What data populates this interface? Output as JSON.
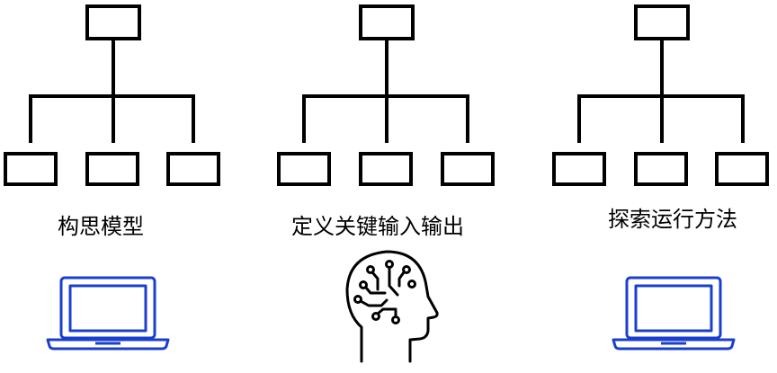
{
  "steps": [
    {
      "label": "构思模型",
      "bottom_icon": "laptop-icon"
    },
    {
      "label": "定义关键输入输出",
      "bottom_icon": "ai-head-icon"
    },
    {
      "label": "探索运行方法",
      "bottom_icon": "laptop-icon"
    }
  ],
  "colors": {
    "tree_stroke": "#000000",
    "laptop_stroke": "#1a3fcf",
    "head_stroke": "#000000"
  },
  "icons": {
    "tree": "hierarchy-tree-icon",
    "laptop": "laptop-icon",
    "head": "ai-head-icon"
  }
}
